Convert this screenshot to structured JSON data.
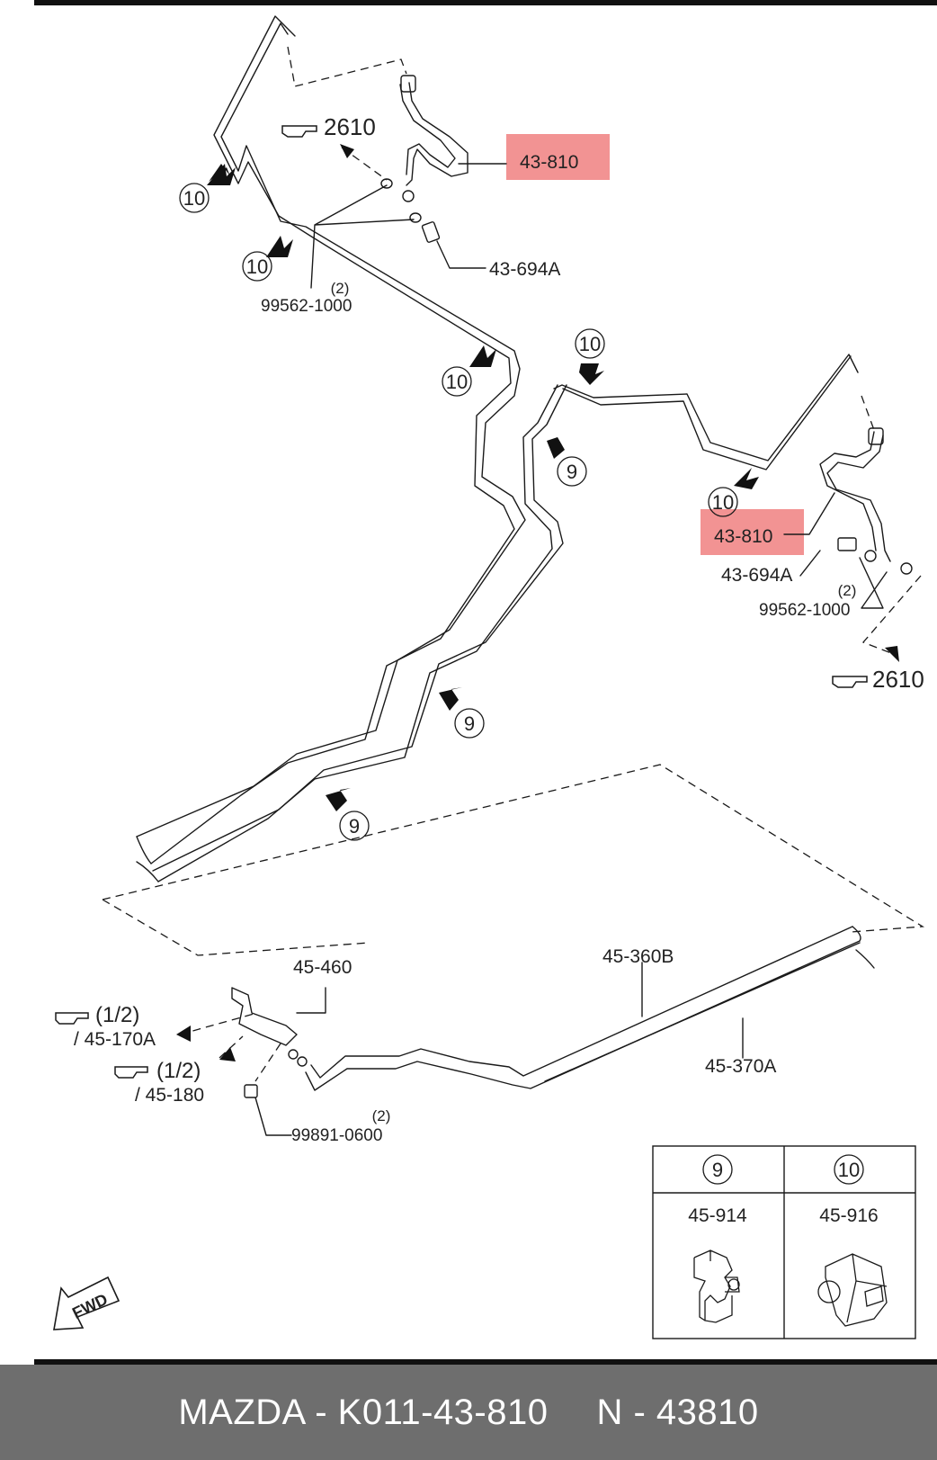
{
  "parts": {
    "hose_left": "43-810",
    "hose_right": "43-810",
    "bolt_left": "43-694A",
    "bolt_right": "43-694A",
    "washer_left": "99562-1000",
    "washer_left_qty": "(2)",
    "washer_right": "99562-1000",
    "washer_right_qty": "(2)",
    "ref_left": "2610",
    "ref_right": "2610",
    "valve": "45-460",
    "pipe_upper": "45-360B",
    "pipe_lower": "45-370A",
    "nut": "99891-0600",
    "nut_qty": "(2)",
    "ref_170_num": "(1/2)",
    "ref_170_part": "/ 45-170A",
    "ref_180_num": "(1/2)",
    "ref_180_part": "/ 45-180"
  },
  "callouts": {
    "c10_a": "10",
    "c10_b": "10",
    "c10_c": "10",
    "c10_d": "10",
    "c10_e": "10",
    "c9_a": "9",
    "c9_b": "9",
    "c9_c": "9"
  },
  "legend": {
    "col9_key": "9",
    "col9_part": "45-914",
    "col10_key": "10",
    "col10_part": "45-916"
  },
  "fwd_label": "FWD",
  "footer": {
    "left": "MAZDA - K011-43-810",
    "right": "N - 43810"
  },
  "colors": {
    "highlight": "#f08080",
    "footer_bg": "#6e6e6e",
    "line": "#1a1a1a"
  }
}
